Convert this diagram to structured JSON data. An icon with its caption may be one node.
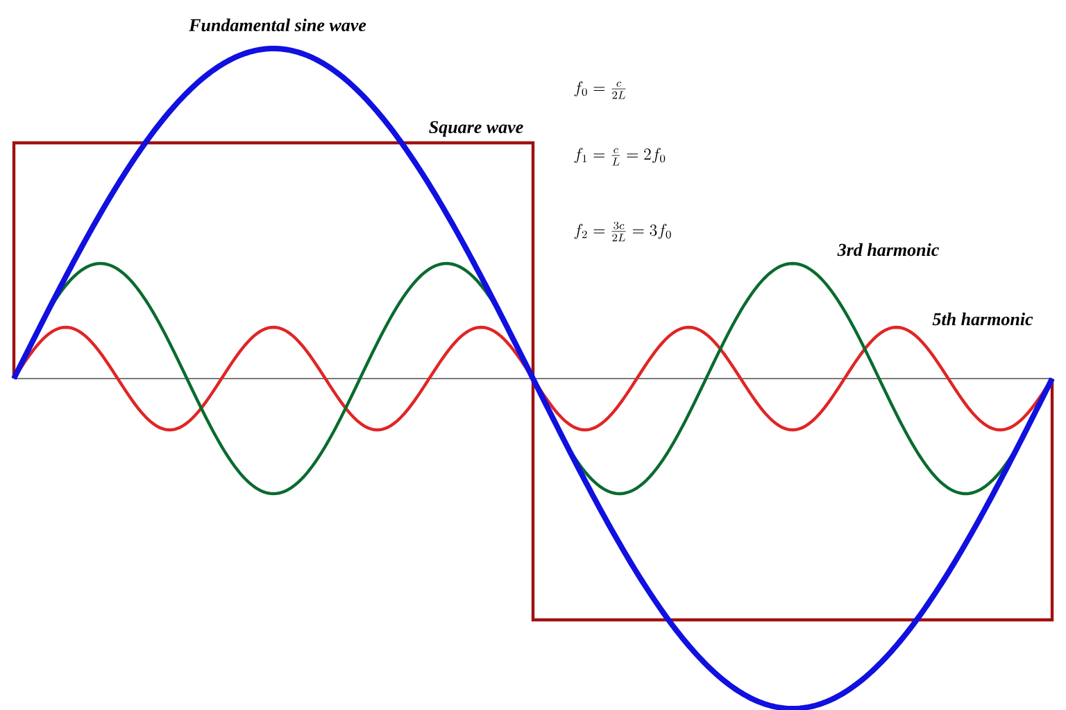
{
  "diagram": {
    "labels": [
      "Fundamental sine wave",
      "Square wave",
      "f_0 = \\frac{c}{2L}",
      "f_1 = \\frac{c}{L} = 2f_0",
      "f_2 = \\frac{3c}{2L} = 3f_0",
      "3rd harmonic",
      "5th harmonic"
    ]
  }
}
